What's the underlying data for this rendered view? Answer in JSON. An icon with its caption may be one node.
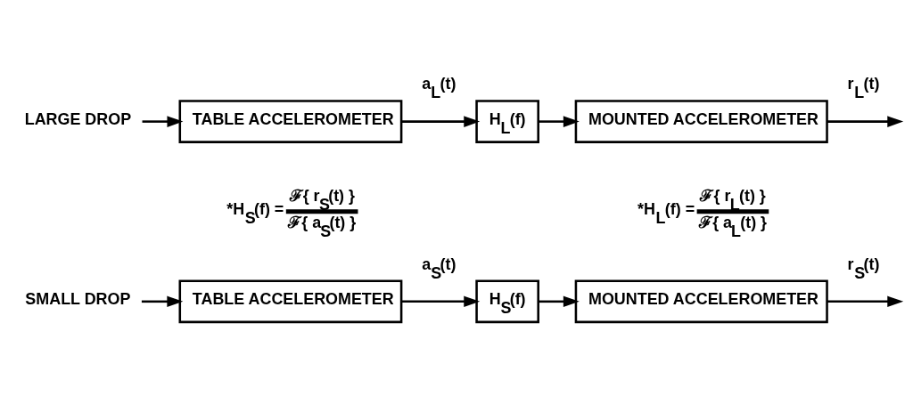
{
  "diagram": {
    "nodes": [
      {
        "text": [
          "SMALL DROP"
        ]
      },
      {
        "text": [
          "TABLE ACCELEROMETER"
        ]
      },
      {
        "text": [
          "H$_{S}$(f)"
        ]
      },
      {
        "text": [
          "MOUNTED ACCELEROMETER"
        ]
      },
      {
        "text": [
          "LARGE DROP"
        ]
      },
      {
        "text": [
          "TABLE ACCELEROMETER"
        ]
      },
      {
        "text": [
          "H$_{L}$(f)"
        ]
      },
      {
        "text": [
          "MOUNTED ACCELEROMETER"
        ]
      }
    ],
    "edges": [
      {
        "from": 0,
        "to": 1,
        "arrow": "to"
      },
      {
        "from": 1,
        "to": 2,
        "arrow": "to",
        "label": "a$_{S}$(t)"
      },
      {
        "from": 2,
        "to": 3,
        "arrow": "to"
      },
      {
        "from": 3,
        "to": null,
        "arrow": "to",
        "label": "r$_{S}$(t)"
      },
      {
        "from": 4,
        "to": 5,
        "arrow": "to"
      },
      {
        "from": 5,
        "to": 6,
        "arrow": "to",
        "label": "a$_{L}$(t)"
      },
      {
        "from": 6,
        "to": 7,
        "arrow": "to"
      },
      {
        "from": 7,
        "to": null,
        "arrow": "to",
        "label": "r$_{L}$(t)"
      }
    ],
    "labels": [
      "*H$_{S}$(f) =",
      "ℱ{ r$_{S}$(t) }",
      "ℱ{ a$_{S}$(t) }",
      "*H$_{L}$(f) =",
      "ℱ{ r$_{L}$(t) }",
      "ℱ{ a$_{L}$(t) }"
    ]
  }
}
